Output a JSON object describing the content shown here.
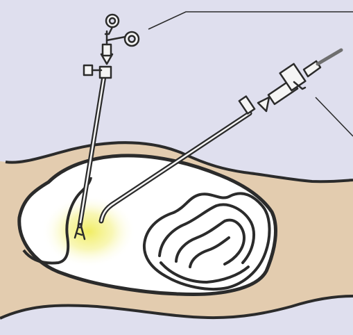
{
  "diagram": {
    "colors": {
      "background": "#dfdfee",
      "tissue": "#e3ccaf",
      "outline": "#2b2b2b",
      "organ_fill": "#ffffff",
      "light_glow": "#f0ec5a",
      "instrument_fill": "#f5f5f5"
    },
    "instruments": [
      {
        "name": "grasping-forceps",
        "icon": "forceps-icon"
      },
      {
        "name": "arthroscope",
        "icon": "camera-scope-icon"
      }
    ],
    "callout_lines": 2
  }
}
